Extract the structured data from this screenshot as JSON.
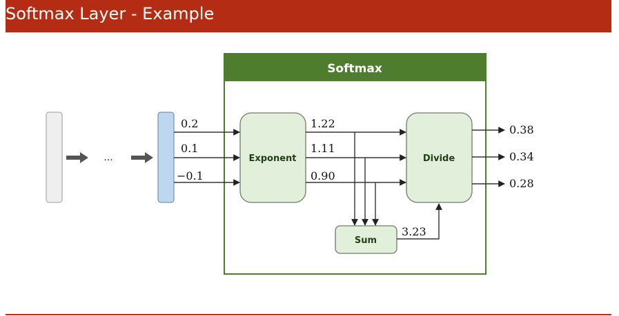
{
  "slide": {
    "title": "Softmax Layer - Example"
  },
  "diagram": {
    "softmax_label": "Softmax",
    "ellipsis": "...",
    "exponent_label": "Exponent",
    "divide_label": "Divide",
    "sum_label": "Sum",
    "inputs": [
      "0.2",
      "0.1",
      "−0.1"
    ],
    "exponent_outputs": [
      "1.22",
      "1.11",
      "0.90"
    ],
    "sum_value": "3.23",
    "outputs": [
      "0.38",
      "0.34",
      "0.28"
    ]
  },
  "colors": {
    "header": "#b52c14",
    "softmax_frame": "#4e7d2d",
    "node_fill": "#e2efda",
    "node_stroke": "#6e7b66",
    "input_layer": "#bdd7ee",
    "prev_layer": "#efefef"
  }
}
